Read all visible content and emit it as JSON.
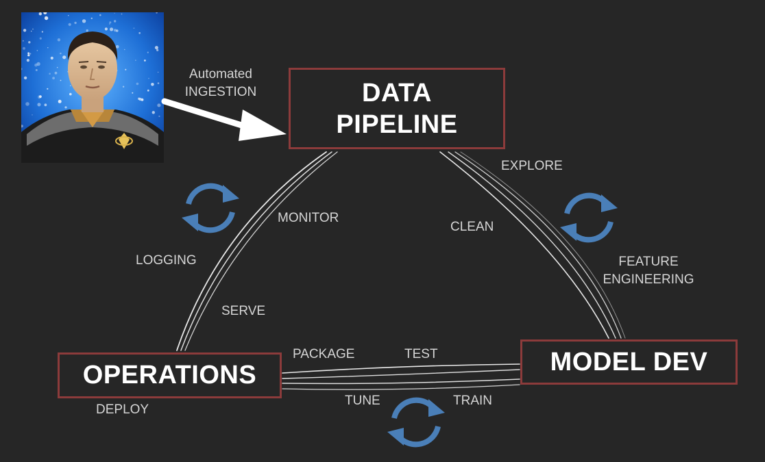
{
  "nodes": {
    "data_pipeline": {
      "line1": "DATA",
      "line2": "PIPELINE"
    },
    "model_dev": {
      "label": "MODEL DEV"
    },
    "operations": {
      "label": "OPERATIONS"
    }
  },
  "ingestion": {
    "line1": "Automated",
    "line2": "INGESTION"
  },
  "labels": {
    "explore": "EXPLORE",
    "clean": "CLEAN",
    "feature_line1": "FEATURE",
    "feature_line2": "ENGINEERING",
    "monitor": "MONITOR",
    "logging": "LOGGING",
    "serve": "SERVE",
    "package": "PACKAGE",
    "test": "TEST",
    "tune": "TUNE",
    "train": "TRAIN",
    "deploy": "DEPLOY"
  },
  "icons": {
    "cycle": "refresh-cycle-icon",
    "arrow": "ingestion-arrow-icon",
    "portrait": "android-figure-photo"
  },
  "colors": {
    "background": "#262626",
    "box_border": "#8c3b3b",
    "cycle_arrows": "#4a7fb8",
    "chalk_lines": "#ffffff",
    "label_text": "#d6d6d6"
  }
}
